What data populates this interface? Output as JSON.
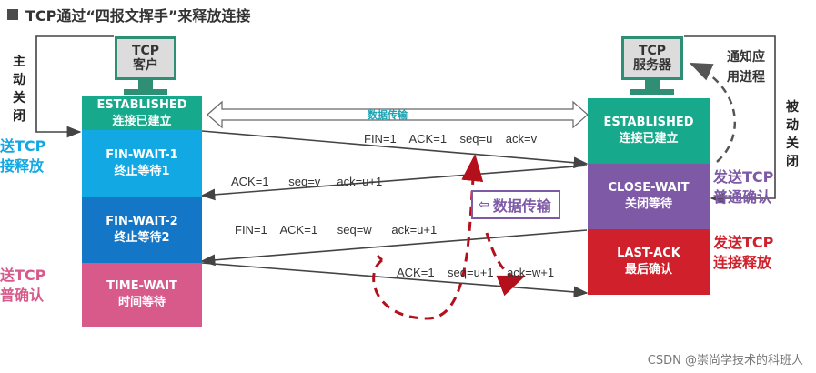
{
  "title": "TCP通过“四报文挥手”来释放连接",
  "client": {
    "line1": "TCP",
    "line2": "客户"
  },
  "server": {
    "line1": "TCP",
    "line2": "服务器"
  },
  "client_states": [
    {
      "name": "ESTABLISHED",
      "sub": "连接已建立",
      "color": "#17a98b"
    },
    {
      "name": "FIN-WAIT-1",
      "sub": "终止等待1",
      "color": "#12a8e4"
    },
    {
      "name": "FIN-WAIT-2",
      "sub": "终止等待2",
      "color": "#1376c6"
    },
    {
      "name": "TIME-WAIT",
      "sub": "时间等待",
      "color": "#d85a8b"
    }
  ],
  "server_states": [
    {
      "name": "ESTABLISHED",
      "sub": "连接已建立",
      "color": "#17a98b"
    },
    {
      "name": "CLOSE-WAIT",
      "sub": "关闭等待",
      "color": "#7e5aa6"
    },
    {
      "name": "LAST-ACK",
      "sub": "最后确认",
      "color": "#d0202c"
    }
  ],
  "left_labels": {
    "active_close": "主动关闭",
    "send1": "送TCP",
    "send1b": "接释放",
    "send2": "送TCP",
    "send2b": "普确认"
  },
  "right_labels": {
    "notify": "通知应用进程",
    "passive_close": "被动关闭",
    "send_ack_1": "发送TCP",
    "send_ack_2": "普通确认",
    "send_fin_1": "发送TCP",
    "send_fin_2": "连接释放"
  },
  "data_transfer_top": "数据传输",
  "data_transfer_box": "数据传输",
  "messages": {
    "m1": [
      "FIN=1",
      "ACK=1",
      "seq=u",
      "ack=v"
    ],
    "m2": [
      "ACK=1",
      "seq=v",
      "ack=u+1"
    ],
    "m3": [
      "FIN=1",
      "ACK=1",
      "seq=w",
      "ack=u+1"
    ],
    "m4": [
      "ACK=1",
      "seq=u+1",
      "ack=w+1"
    ]
  },
  "footer": "CSDN @崇尚学技术的科班人"
}
